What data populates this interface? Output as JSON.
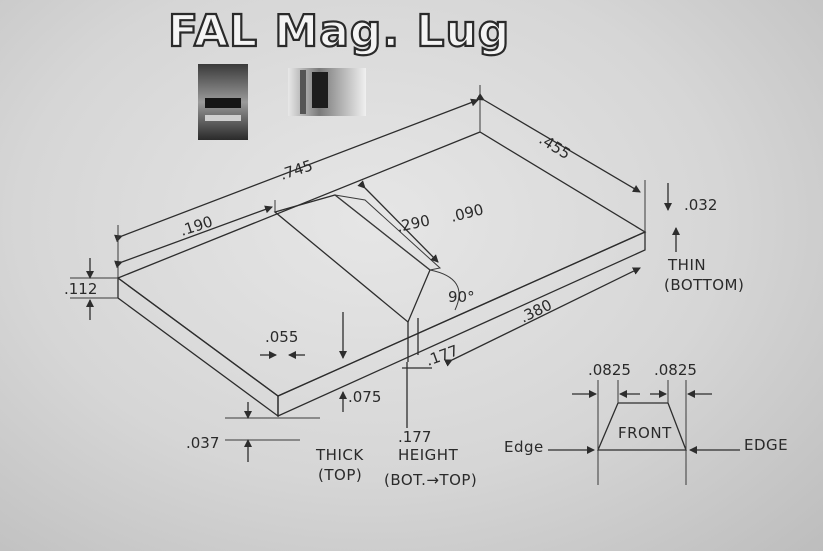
{
  "title": "FAL Mag. Lug",
  "dimensions": {
    "overall_length": ".745",
    "overall_width": ".455",
    "front_offset": ".190",
    "slot_length": ".290",
    "slot_depth": ".090",
    "angle": "90°",
    "side_length": ".380",
    "thickness": ".112",
    "thin_bottom": ".032",
    "small_width": ".055",
    "thick_top": ".075",
    "height": ".177",
    "height_side": ".177",
    "edge_small": ".037",
    "front_left": ".0825",
    "front_right": ".0825"
  },
  "labels": {
    "thin": "THIN",
    "thin_sub": "(BOTTOM)",
    "thick": "THICK",
    "thick_sub": "(TOP)",
    "height": "HEIGHT",
    "height_sub": "(BOT.→TOP)",
    "front": "FRONT",
    "edge_left": "Edge",
    "edge_right": "EDGE"
  },
  "photos": [
    {
      "name": "lug-photo-side"
    },
    {
      "name": "lug-photo-top"
    }
  ],
  "colors": {
    "paper": "#d9d9d9",
    "pencil": "#2d2d2d"
  }
}
